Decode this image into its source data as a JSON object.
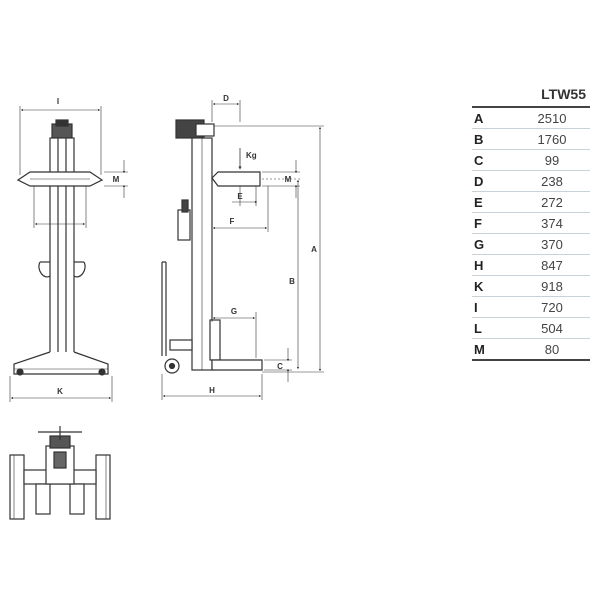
{
  "table": {
    "model": "LTW55",
    "rows": [
      {
        "key": "A",
        "value": "2510"
      },
      {
        "key": "B",
        "value": "1760"
      },
      {
        "key": "C",
        "value": "99"
      },
      {
        "key": "D",
        "value": "238"
      },
      {
        "key": "E",
        "value": "272"
      },
      {
        "key": "F",
        "value": "374"
      },
      {
        "key": "G",
        "value": "370"
      },
      {
        "key": "H",
        "value": "847"
      },
      {
        "key": "K",
        "value": "918"
      },
      {
        "key": "I",
        "value": "720"
      },
      {
        "key": "L",
        "value": "504"
      },
      {
        "key": "M",
        "value": "80"
      }
    ]
  },
  "drawing": {
    "labels": {
      "front_i": "I",
      "front_m": "M",
      "front_k": "K",
      "side_d": "D",
      "side_kg": "Kg",
      "side_m": "M",
      "side_e": "E",
      "side_f": "F",
      "side_b": "B",
      "side_a": "A",
      "side_g": "G",
      "side_c": "C",
      "side_h": "H"
    }
  }
}
